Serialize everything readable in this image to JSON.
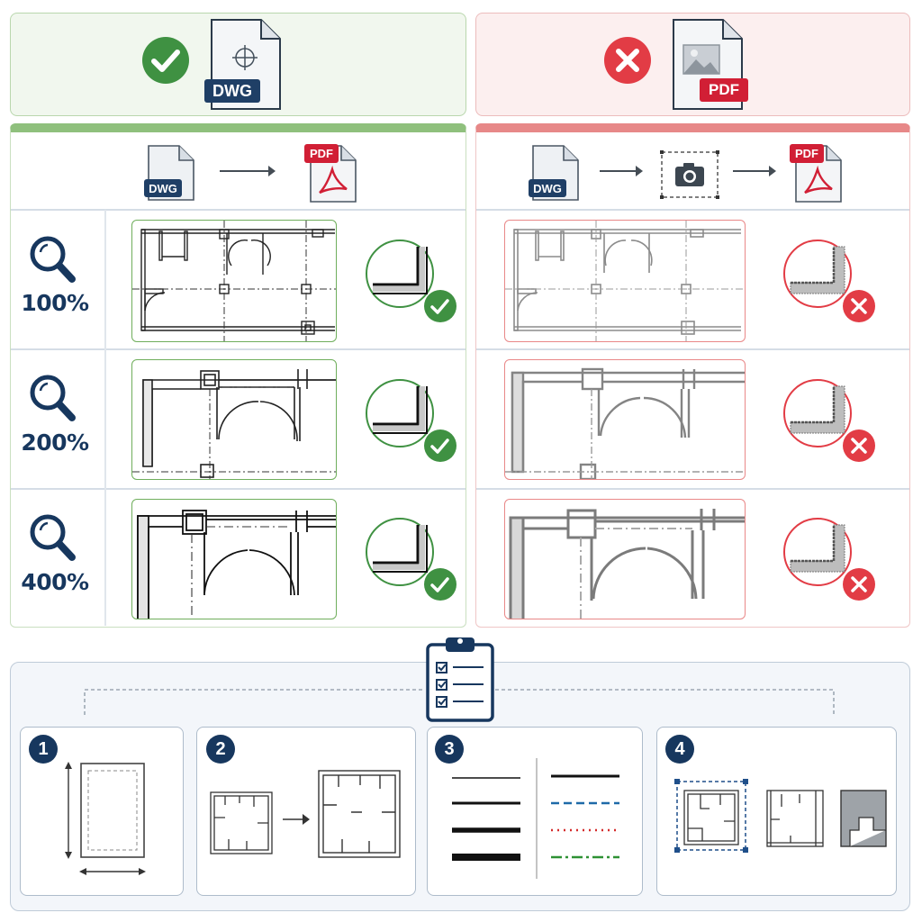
{
  "header": {
    "good_file": "DWG",
    "bad_file": "PDF"
  },
  "workflow": {
    "good": {
      "source": "DWG",
      "target": "PDF"
    },
    "bad": {
      "source": "DWG",
      "target": "PDF"
    }
  },
  "zoom_rows": [
    {
      "label": "100%"
    },
    {
      "label": "200%"
    },
    {
      "label": "400%"
    }
  ],
  "steps": [
    {
      "number": "1"
    },
    {
      "number": "2"
    },
    {
      "number": "3"
    },
    {
      "number": "4"
    }
  ],
  "colors": {
    "good": "#3f9142",
    "bad": "#e23c45",
    "navy": "#17375e",
    "dwg_badge": "#1f3f66",
    "pdf_badge": "#d11f35"
  }
}
